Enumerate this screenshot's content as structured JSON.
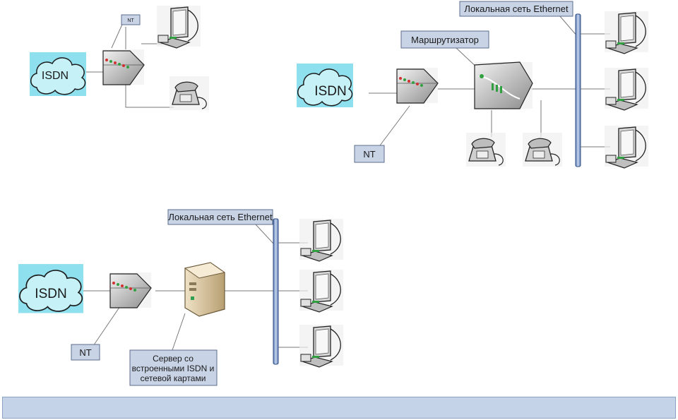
{
  "labels": {
    "isdn": "ISDN",
    "nt": "NT",
    "ethernet": "Локальная сеть Ethernet",
    "router": "Маршрутизатор",
    "server_line1": "Сервер со",
    "server_line2": "встроенными ISDN и",
    "server_line3": "сетевой картами"
  },
  "footer": {
    "text": ""
  },
  "colors": {
    "cloud": "#8fe0ee",
    "callout": "#c8d3e6",
    "bus": "#8aa4cf",
    "footer": "#c5d3e8"
  }
}
